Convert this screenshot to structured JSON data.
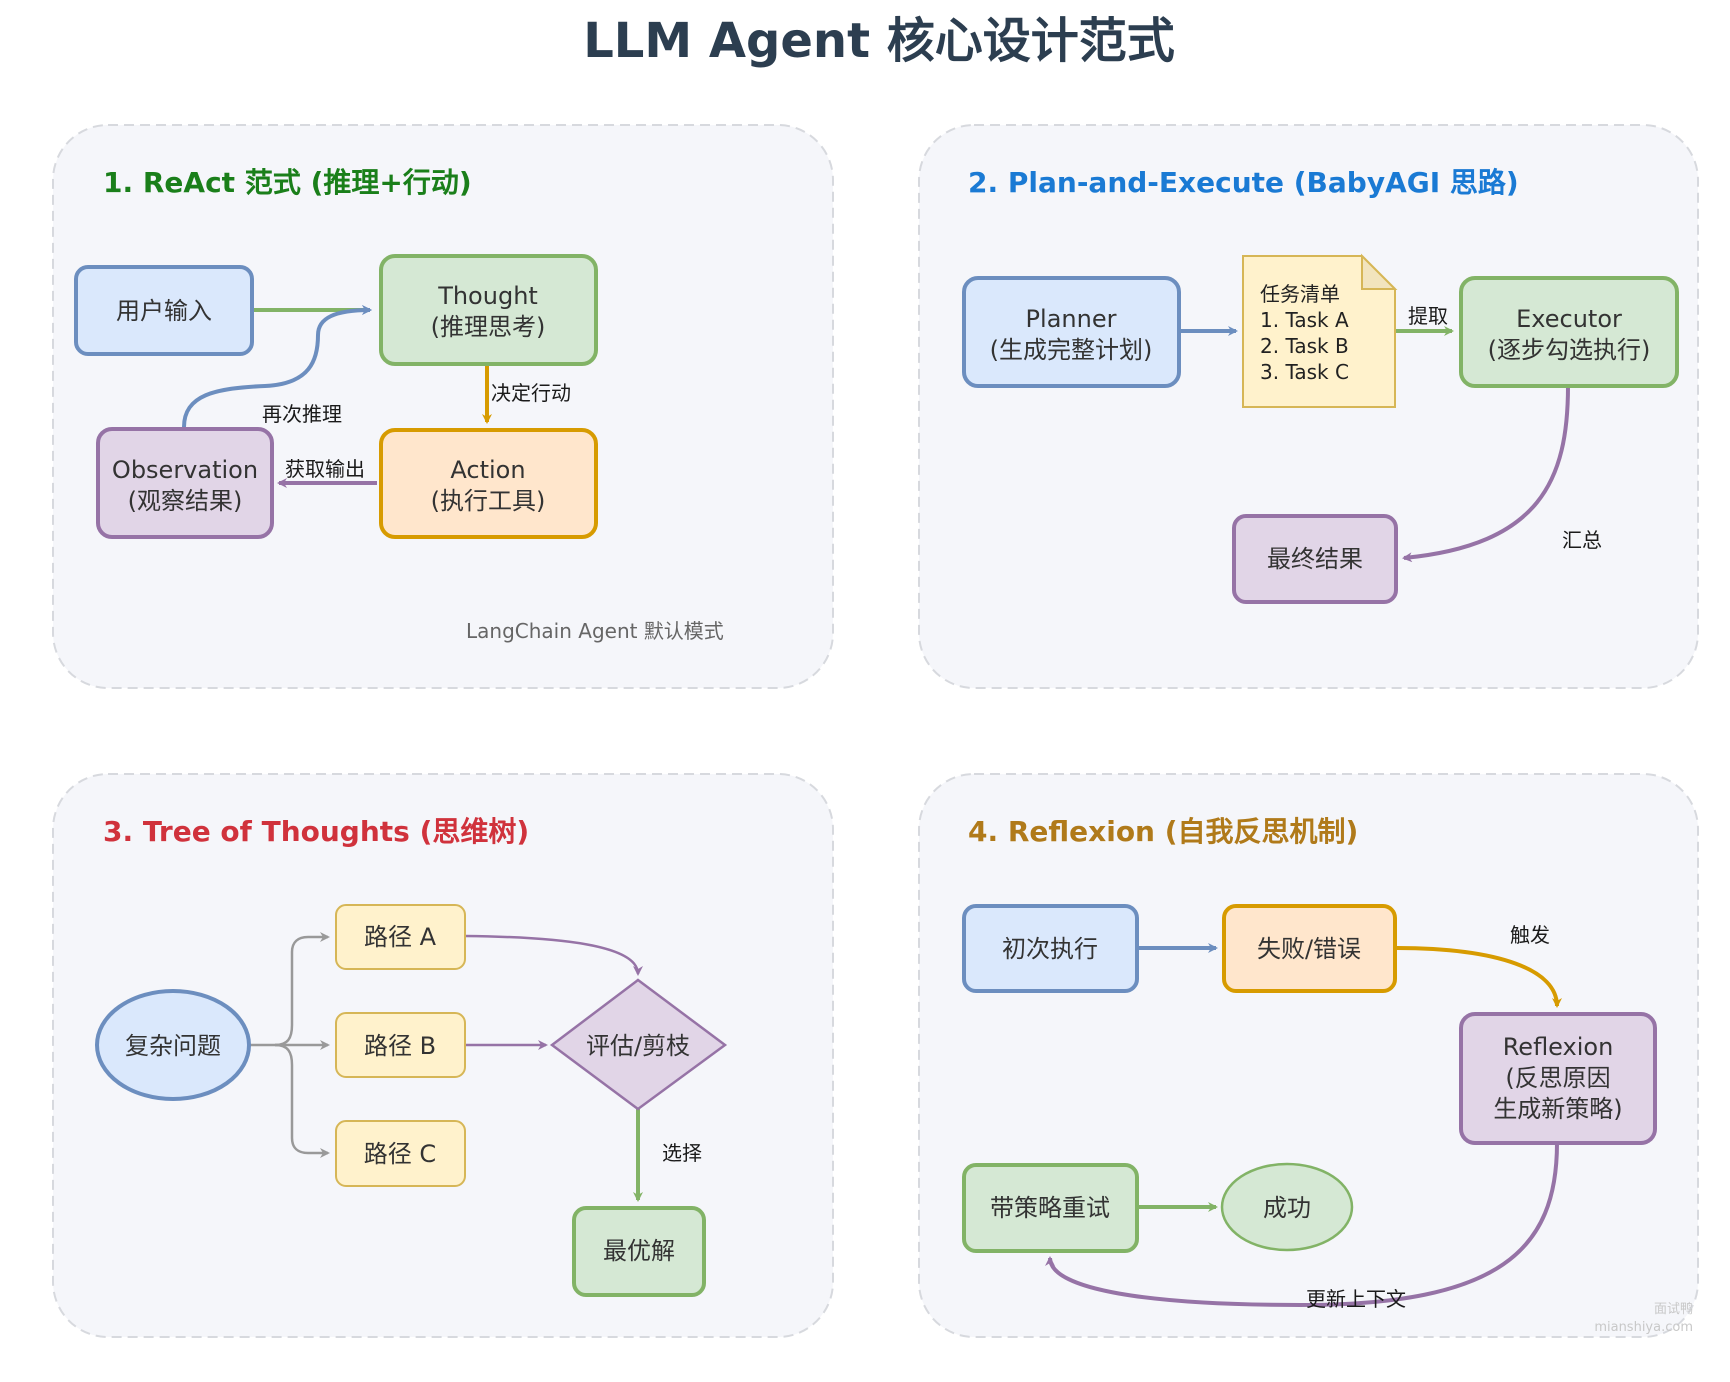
{
  "title": "LLM Agent 核心设计范式",
  "colors": {
    "blue_fill": "#dae8fc",
    "blue_stroke": "#6c8ebf",
    "green_fill": "#d5e8d4",
    "green_stroke": "#82b366",
    "orange_fill": "#ffe6cc",
    "orange_stroke": "#d79b00",
    "purple_fill": "#e1d5e7",
    "purple_stroke": "#9673a6",
    "yellow_fill": "#fff2cc",
    "yellow_stroke": "#d6b656",
    "gray_edge": "#999999"
  },
  "panels": {
    "react": {
      "title": "1. ReAct 范式 (推理+行动)",
      "title_color": "#1a7f1a",
      "nodes": {
        "user_input": [
          "用户输入"
        ],
        "thought": [
          "Thought",
          "(推理思考)"
        ],
        "action": [
          "Action",
          "(执行工具)"
        ],
        "observation": [
          "Observation",
          "(观察结果)"
        ]
      },
      "edges": {
        "decide_action": "决定行动",
        "get_output": "获取输出",
        "reason_again": "再次推理"
      },
      "caption": "LangChain Agent 默认模式"
    },
    "plan_execute": {
      "title": "2. Plan-and-Execute (BabyAGI 思路)",
      "title_color": "#1a7ad4",
      "nodes": {
        "planner": [
          "Planner",
          "(生成完整计划)"
        ],
        "task_list": [
          "任务清单",
          "1. Task A",
          "2. Task B",
          "3. Task C"
        ],
        "executor": [
          "Executor",
          "(逐步勾选执行)"
        ],
        "final_result": [
          "最终结果"
        ]
      },
      "edges": {
        "fetch": "提取",
        "summarize": "汇总"
      }
    },
    "tot": {
      "title": "3. Tree of Thoughts (思维树)",
      "title_color": "#d0323c",
      "nodes": {
        "problem": [
          "复杂问题"
        ],
        "path_a": [
          "路径 A"
        ],
        "path_b": [
          "路径 B"
        ],
        "path_c": [
          "路径 C"
        ],
        "evaluate": [
          "评估/剪枝"
        ],
        "best": [
          "最优解"
        ]
      },
      "edges": {
        "select": "选择"
      }
    },
    "reflexion": {
      "title": "4. Reflexion (自我反思机制)",
      "title_color": "#b07a1a",
      "nodes": {
        "initial": [
          "初次执行"
        ],
        "failure": [
          "失败/错误"
        ],
        "reflexion": [
          "Reflexion",
          "(反思原因",
          "生成新策略)"
        ],
        "retry": [
          "带策略重试"
        ],
        "success": [
          "成功"
        ]
      },
      "edges": {
        "trigger": "触发",
        "update_context": "更新上下文"
      }
    }
  },
  "watermark": [
    "面试鸭",
    "mianshiya.com"
  ]
}
